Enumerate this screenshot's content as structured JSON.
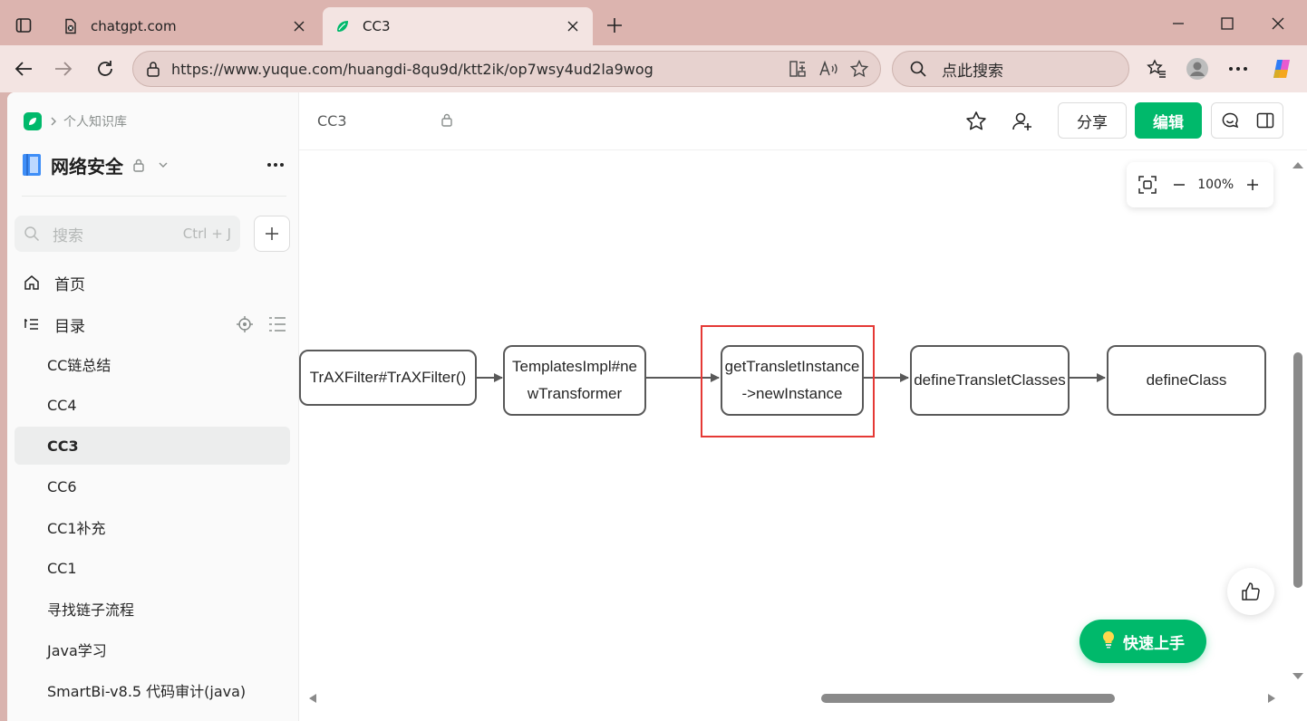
{
  "browser": {
    "tabs": [
      {
        "title": "chatgpt.com",
        "active": false
      },
      {
        "title": "CC3",
        "active": true
      }
    ],
    "url": "https://www.yuque.com/huangdi-8qu9d/ktt2ik/op7wsy4ud2la9wog",
    "search_placeholder": "点此搜索"
  },
  "sidebar": {
    "breadcrumb": "个人知识库",
    "book_title": "网络安全",
    "search_placeholder": "搜索",
    "search_shortcut": "Ctrl + J",
    "nav": {
      "home": "首页",
      "toc": "目录"
    },
    "toc_items": [
      {
        "label": "CC链总结",
        "active": false
      },
      {
        "label": "CC4",
        "active": false
      },
      {
        "label": "CC3",
        "active": true
      },
      {
        "label": "CC6",
        "active": false
      },
      {
        "label": "CC1补充",
        "active": false
      },
      {
        "label": "CC1",
        "active": false
      },
      {
        "label": "寻找链子流程",
        "active": false
      },
      {
        "label": "Java学习",
        "active": false
      },
      {
        "label": "SmartBi-v8.5 代码审计(java)",
        "active": false
      }
    ]
  },
  "doc": {
    "title": "CC3",
    "share_label": "分享",
    "edit_label": "编辑"
  },
  "diagram": {
    "zoom": "100%",
    "nodes": [
      {
        "line1": "TrAXFilter#TrAXFilter()",
        "line2": ""
      },
      {
        "line1": "TemplatesImpl#ne",
        "line2": "wTransformer"
      },
      {
        "line1": "getTransletInstance",
        "line2": "->newInstance"
      },
      {
        "line1": "defineTransletClasses",
        "line2": ""
      },
      {
        "line1": "defineClass",
        "line2": ""
      }
    ],
    "highlight_color": "#e53935"
  },
  "fab": {
    "quick_start": "快速上手"
  },
  "colors": {
    "brand": "#00b96b",
    "chrome": "#dcb4af"
  }
}
